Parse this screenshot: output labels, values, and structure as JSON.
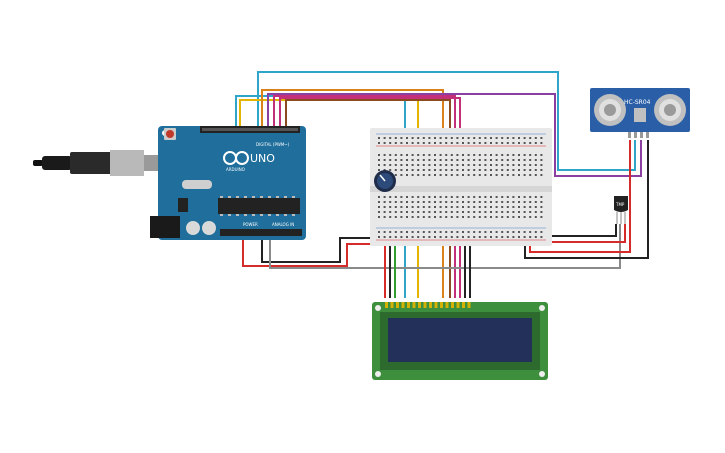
{
  "arduino": {
    "logo_text": "UNO",
    "brand_text": "ARDUINO",
    "digital_label": "DIGITAL (PWM~)",
    "power_label": "POWER",
    "analog_label": "ANALOG IN"
  },
  "sensor": {
    "label": "HC-SR04"
  },
  "temp_sensor": {
    "label": "TMP"
  },
  "colors": {
    "arduino_blue": "#1f6e9c",
    "breadboard": "#e8e8e8",
    "lcd_pcb": "#3d8f3d",
    "lcd_screen": "#23305a",
    "sensor_blue": "#2a5fa8",
    "wire_red": "#d62b2b",
    "wire_black": "#222222",
    "wire_gray": "#8a8a8a",
    "wire_cyan": "#2fa6c9",
    "wire_yellow": "#e3b500",
    "wire_orange": "#d9821a",
    "wire_purple": "#8b3fa0",
    "wire_magenta": "#c2307a",
    "wire_brown": "#8b4a1f",
    "wire_green": "#2f9e2f"
  }
}
